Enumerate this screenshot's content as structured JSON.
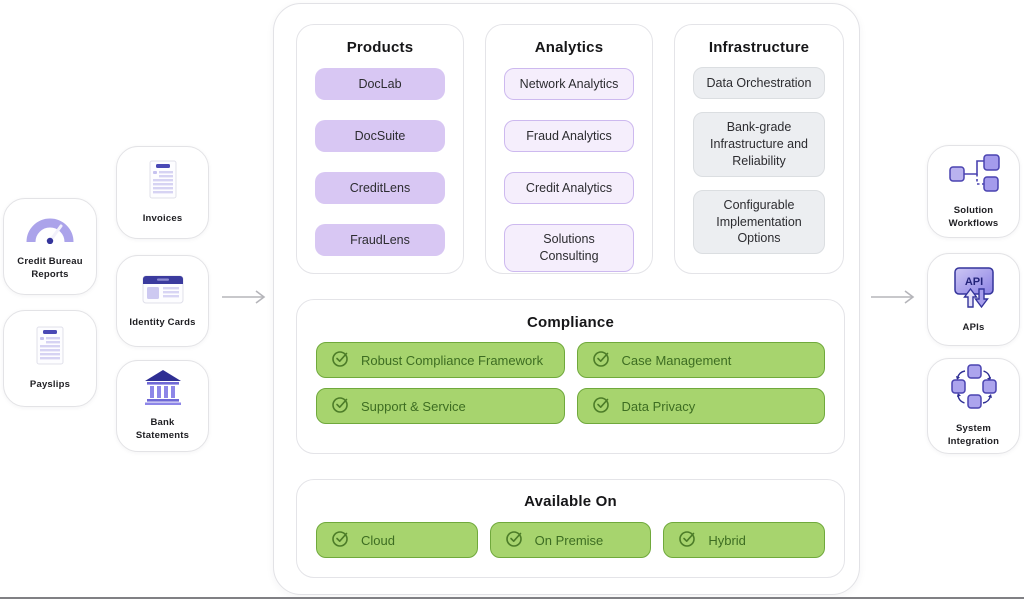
{
  "diagram": {
    "inputs": {
      "credit_bureau": {
        "label": "Credit Bureau Reports",
        "icon": "gauge-icon"
      },
      "payslips": {
        "label": "Payslips",
        "icon": "payslip-document-icon"
      },
      "invoices": {
        "label": "Invoices",
        "icon": "invoice-document-icon"
      },
      "identity_cards": {
        "label": "Identity Cards",
        "icon": "id-card-icon"
      },
      "bank_statements": {
        "label": "Bank Statements",
        "icon": "bank-building-icon"
      }
    },
    "platform": {
      "columns": [
        {
          "title": "Products",
          "items": [
            "DocLab",
            "DocSuite",
            "CreditLens",
            "FraudLens"
          ]
        },
        {
          "title": "Analytics",
          "items": [
            "Network Analytics",
            "Fraud Analytics",
            "Credit Analytics",
            "Solutions Consulting"
          ]
        },
        {
          "title": "Infrastructure",
          "items": [
            "Data Orchestration",
            "Bank-grade Infrastructure and Reliability",
            "Configurable Implementation Options"
          ]
        }
      ],
      "compliance": {
        "title": "Compliance",
        "items": [
          "Robust Compliance Framework",
          "Case Management",
          "Support & Service",
          "Data Privacy"
        ]
      },
      "available_on": {
        "title": "Available On",
        "items": [
          "Cloud",
          "On Premise",
          "Hybrid"
        ]
      }
    },
    "outputs": {
      "solution_workflows": {
        "label": "Solution Workflows",
        "icon": "workflow-icon"
      },
      "apis": {
        "label": "APIs",
        "icon": "api-icon",
        "icon_text": "API"
      },
      "system_integration": {
        "label": "System Integration",
        "icon": "system-integration-icon"
      }
    },
    "colors": {
      "product_pill": "#d8c7f3",
      "analytics_pill_bg": "#f5eefc",
      "analytics_pill_border": "#cdb9ef",
      "infrastructure_pill": "#eceef1",
      "green_pill_bg": "#a7d46e",
      "green_pill_border": "#70a93c",
      "green_text": "#3d6d22",
      "indigo_accent": "#34349b",
      "lavender_accent": "#aba3ea"
    }
  }
}
